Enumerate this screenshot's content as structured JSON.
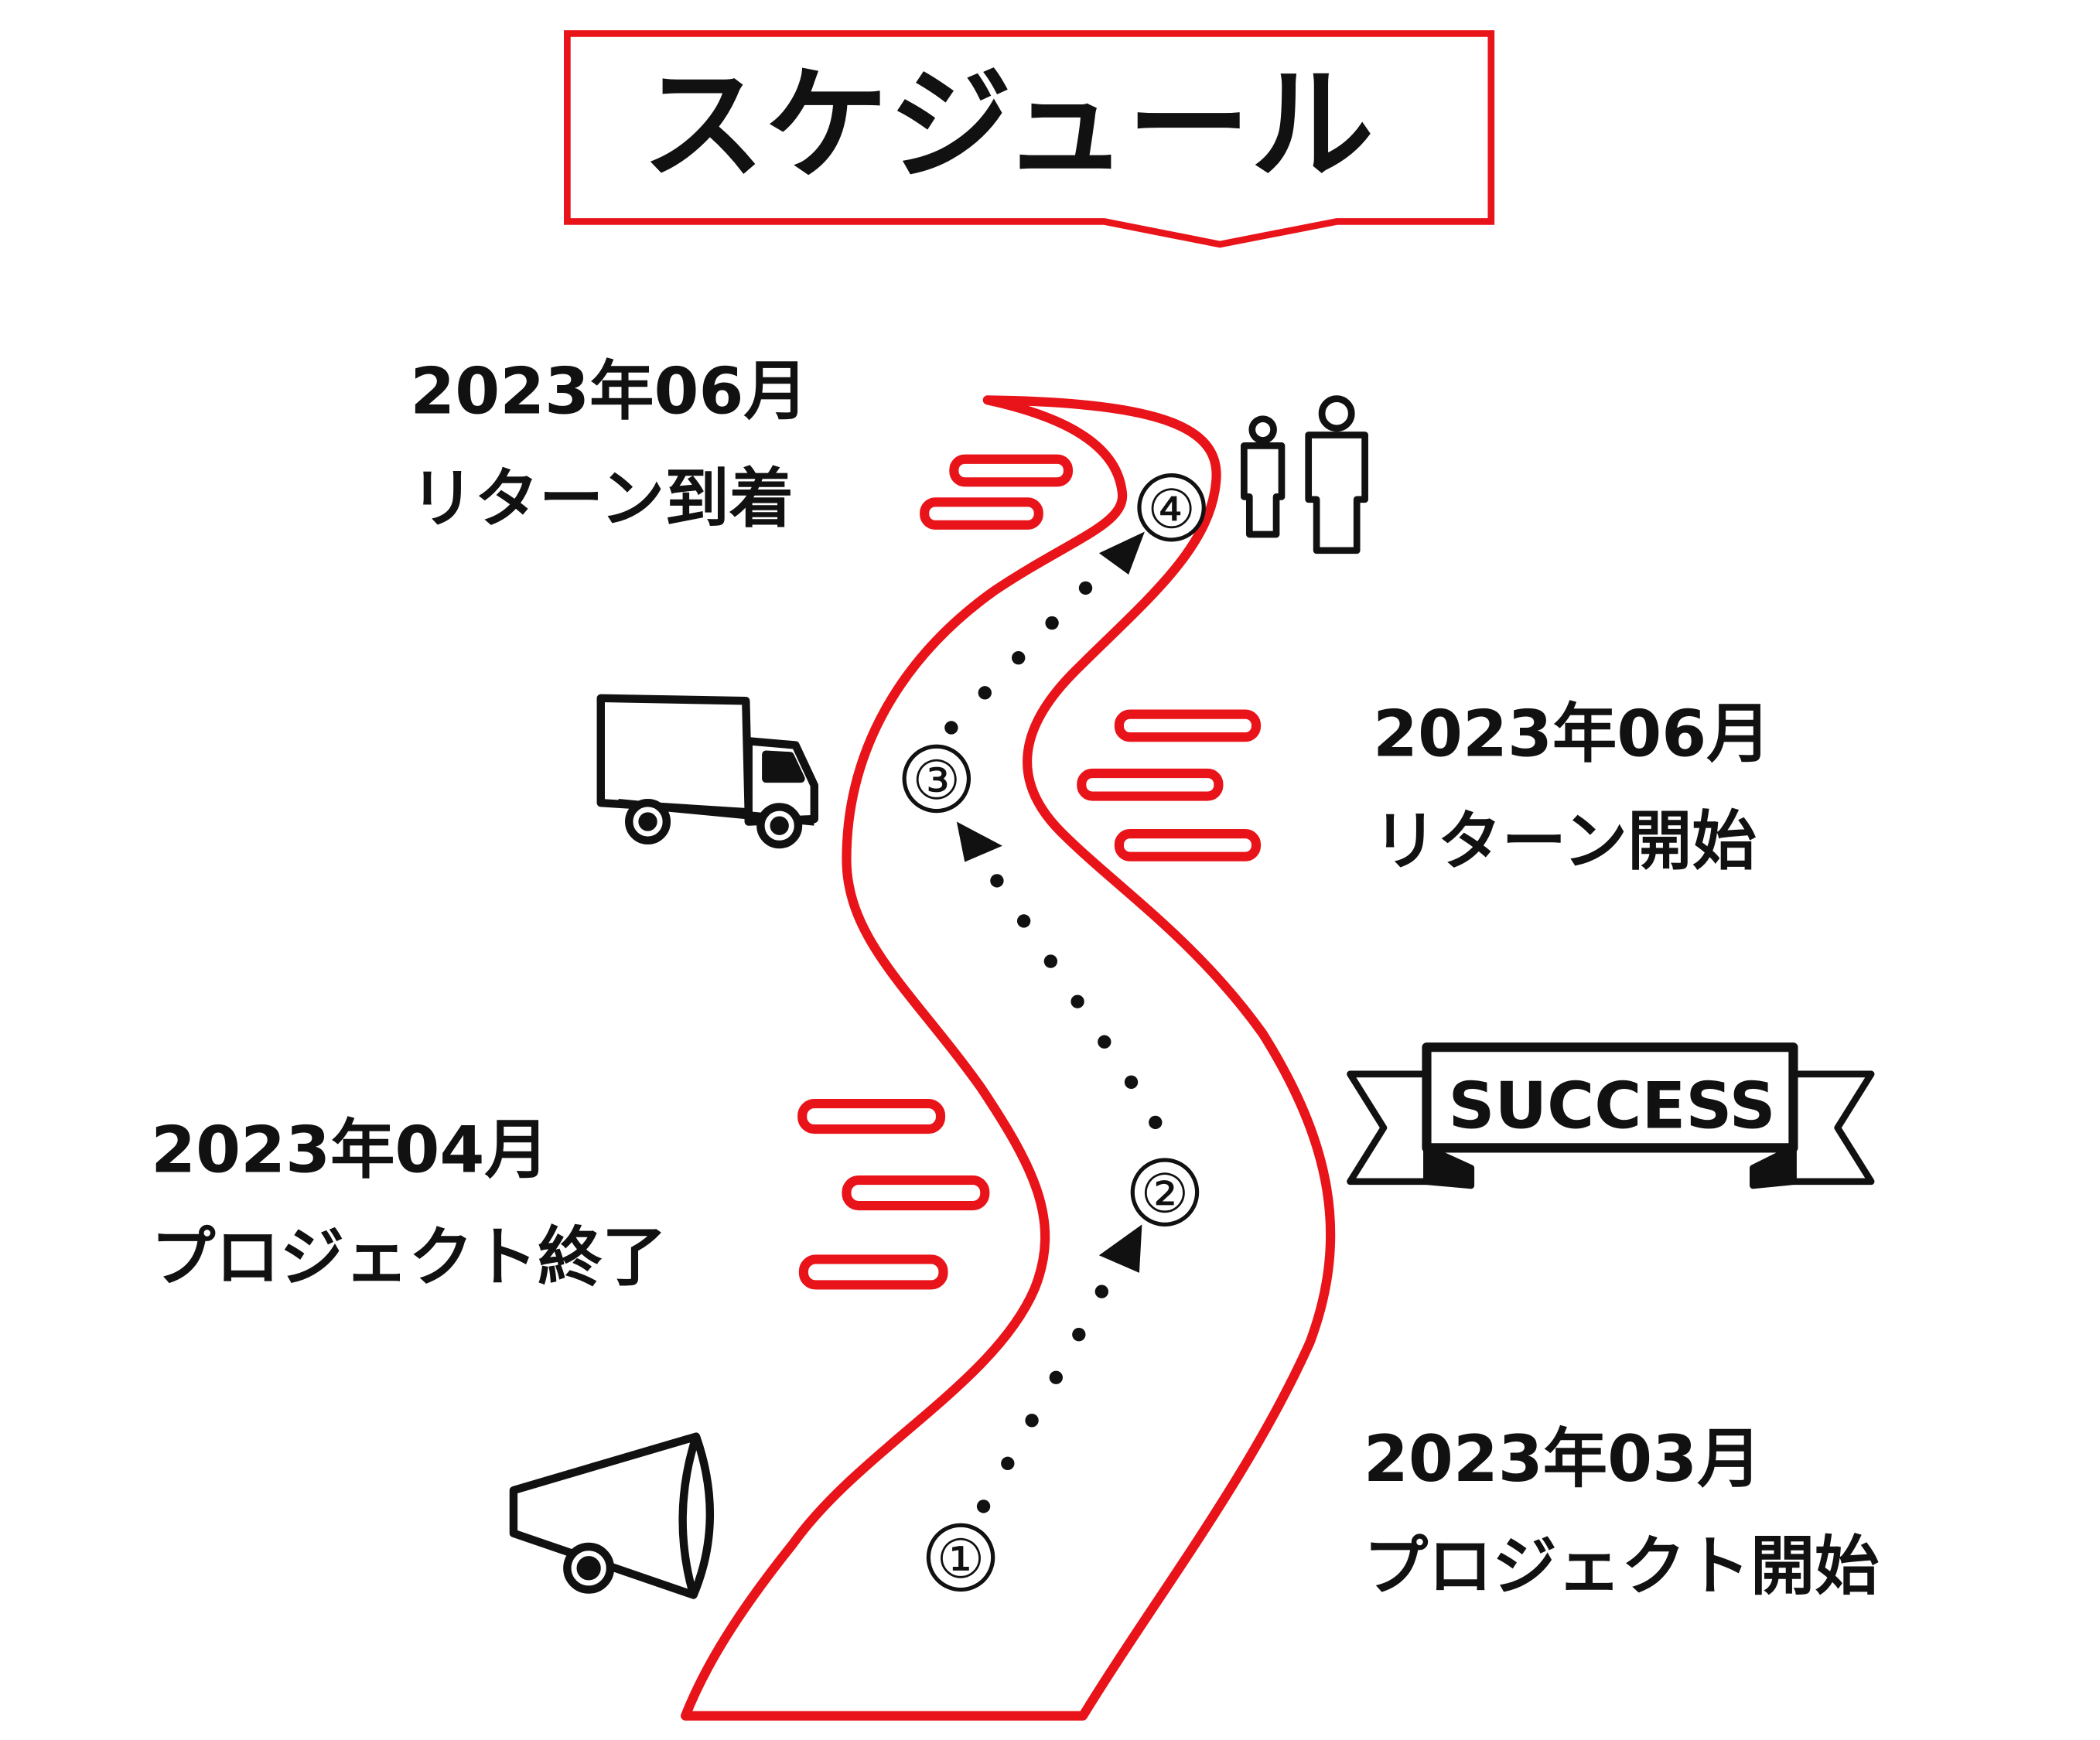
{
  "title": "スケジュール",
  "colors": {
    "accent": "#e8141a",
    "ink": "#111111"
  },
  "milestones": [
    {
      "number": "①",
      "date": "2023年03月",
      "label": "プロジェクト開始",
      "icon": "megaphone-icon"
    },
    {
      "number": "②",
      "date": "2023年04月",
      "label": "プロジェクト終了",
      "icon": "success-banner-icon"
    },
    {
      "number": "③",
      "date": "2023年06月",
      "label": "リターン開始",
      "icon": "truck-icon"
    },
    {
      "number": "④",
      "date": "2023年06月",
      "label": "リターン到着",
      "icon": "people-icon"
    }
  ],
  "banner": {
    "text": "SUCCESS"
  }
}
